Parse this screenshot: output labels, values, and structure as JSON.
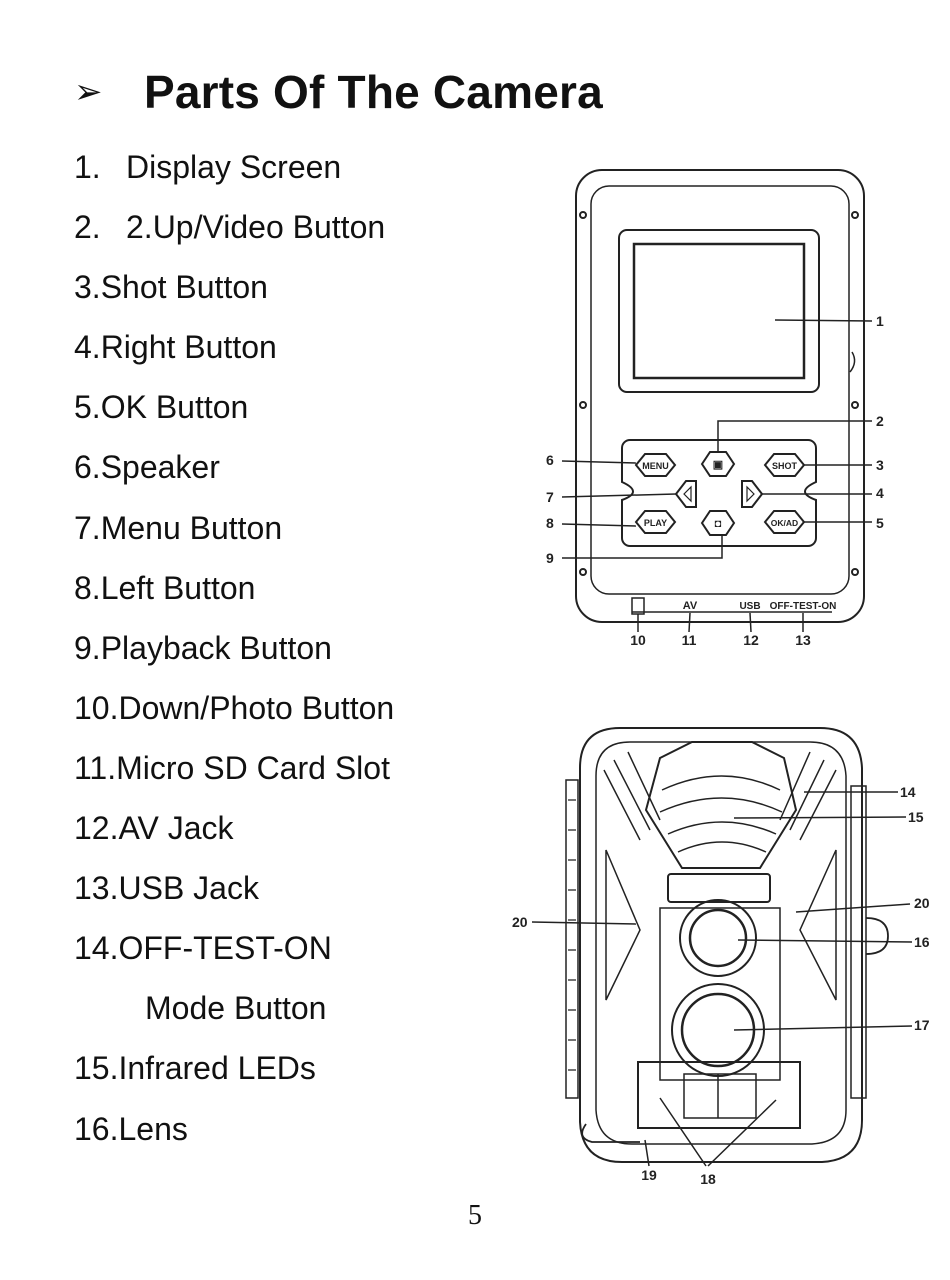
{
  "heading": {
    "bullet_icon": "arrowhead-bullet",
    "title": "Parts Of The Camera"
  },
  "parts": [
    {
      "num": "1.",
      "label": "Display Screen",
      "gap": true
    },
    {
      "num": "2.",
      "label": "2.Up/Video Button",
      "gap": true
    },
    {
      "num": "3.",
      "label": "Shot Button"
    },
    {
      "num": "4.",
      "label": "Right Button"
    },
    {
      "num": "5.",
      "label": "OK Button"
    },
    {
      "num": "6.",
      "label": "Speaker"
    },
    {
      "num": "7.",
      "label": "Menu Button"
    },
    {
      "num": "8.",
      "label": "Left Button"
    },
    {
      "num": "9.",
      "label": "Playback Button"
    },
    {
      "num": "10.",
      "label": "Down/Photo Button"
    },
    {
      "num": "11.",
      "label": "Micro SD Card Slot"
    },
    {
      "num": "12.",
      "label": "AV Jack"
    },
    {
      "num": "13.",
      "label": "USB Jack"
    },
    {
      "num": "14.",
      "label": "OFF-TEST-ON"
    },
    {
      "num": "",
      "label": "Mode Button",
      "continuation": true
    },
    {
      "num": "15.",
      "label": "Infrared LEDs"
    },
    {
      "num": "16.",
      "label": "Lens"
    }
  ],
  "rear_diagram": {
    "buttons": {
      "menu": "MENU",
      "shot": "SHOT",
      "play": "PLAY",
      "ok": "OK/AD"
    },
    "port_labels": {
      "av": "AV",
      "usb": "USB",
      "switch": "OFF-TEST-ON"
    },
    "callouts": [
      "1",
      "2",
      "3",
      "4",
      "5",
      "6",
      "7",
      "8",
      "9",
      "10",
      "11",
      "12",
      "13"
    ]
  },
  "front_diagram": {
    "callouts": {
      "c14": "14",
      "c15": "15",
      "c16": "16",
      "c17": "17",
      "c18": "18",
      "c19": "19",
      "c20_left": "20",
      "c20_right": "20"
    }
  },
  "page_number": "5"
}
